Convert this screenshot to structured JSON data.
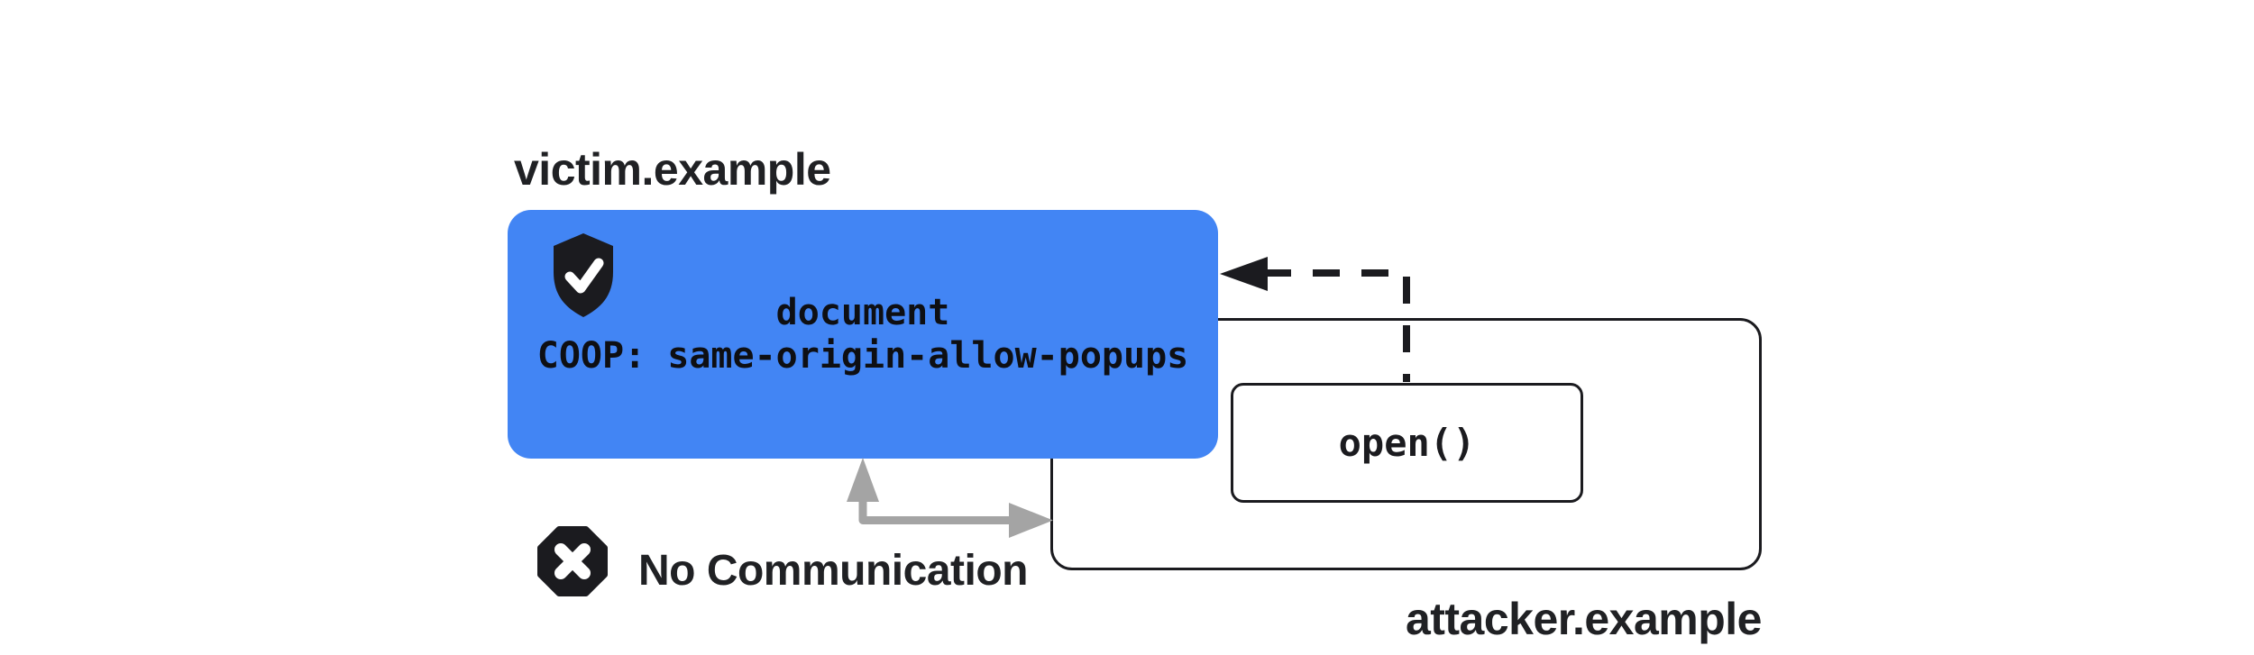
{
  "diagram": {
    "victim_label": "victim.example",
    "attacker_label": "attacker.example",
    "no_comm_label": "No Communication",
    "popup_call": "open()",
    "victim_card": {
      "line1": "document",
      "line2": "COOP: same-origin-allow-popups"
    },
    "icons": {
      "shield_check": "shield-check-icon",
      "block_x": "block-x-icon",
      "dashed_arrow": "popup-open-dashed-arrow",
      "gray_arrow": "no-communication-arrow"
    },
    "colors": {
      "victim_fill": "#4285F4",
      "ink": "#1B1B1F",
      "gray_arrow": "#A4A4A4",
      "text": "#202124",
      "check": "#FFFFFF"
    }
  }
}
